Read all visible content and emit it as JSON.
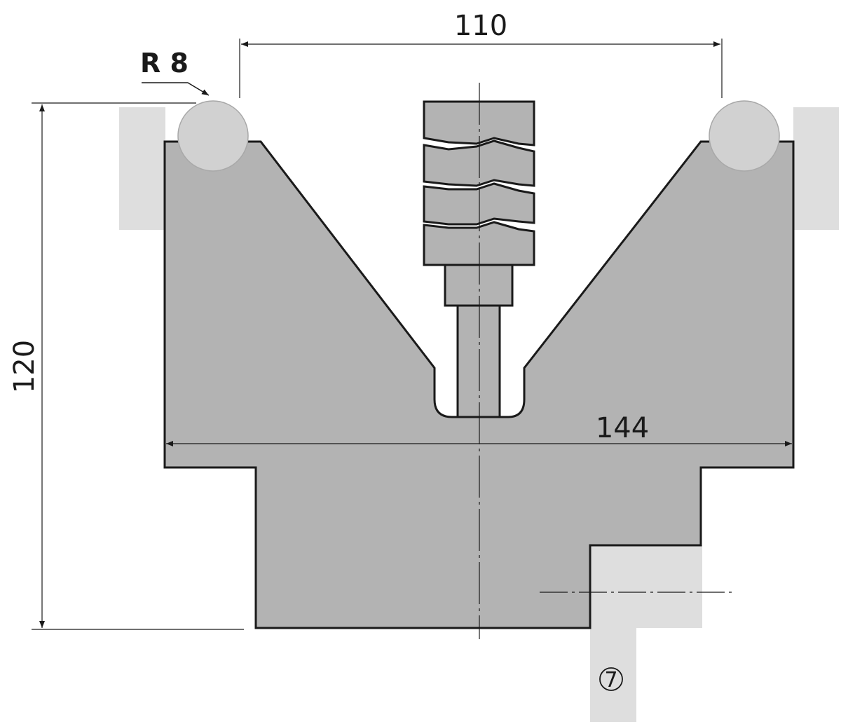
{
  "dimensions": {
    "top_width": "110",
    "total_height": "120",
    "base_width": "144",
    "radius": "R 8"
  },
  "item_number": "7",
  "colors": {
    "die": "#b3b3b3",
    "holder": "#dedede",
    "roller": "#d1d1d1",
    "outline": "#1a1a1a"
  }
}
